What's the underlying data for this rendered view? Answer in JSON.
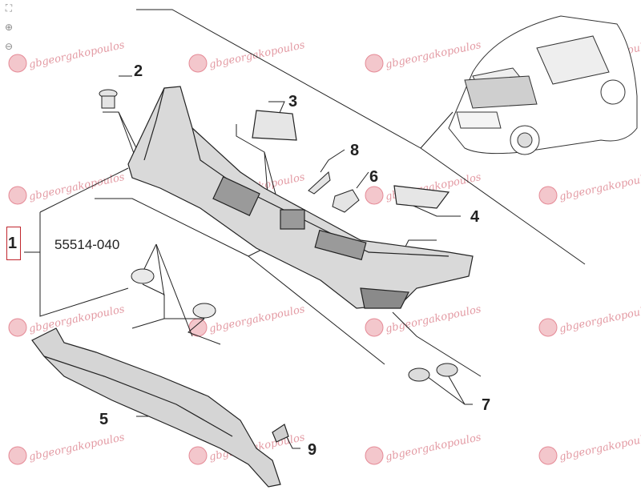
{
  "watermark": {
    "text": "gbgeorgakopoulos",
    "color": "#e39aa3"
  },
  "toolbar": {
    "icons": [
      "fullscreen-icon",
      "zoom-in-icon",
      "zoom-out-icon"
    ],
    "fullscreen": "⛶",
    "zoom_in": "⊕",
    "zoom_out": "⊖"
  },
  "callouts": {
    "c1": "1",
    "c2": "2",
    "c3": "3",
    "c4": "4",
    "c5": "5",
    "c6": "6",
    "c7": "7",
    "c8": "8",
    "c9": "9",
    "part_number": "55514-040"
  },
  "colors": {
    "highlight": "#c0262d",
    "line": "#222222",
    "fill": "#d7d7d7"
  }
}
